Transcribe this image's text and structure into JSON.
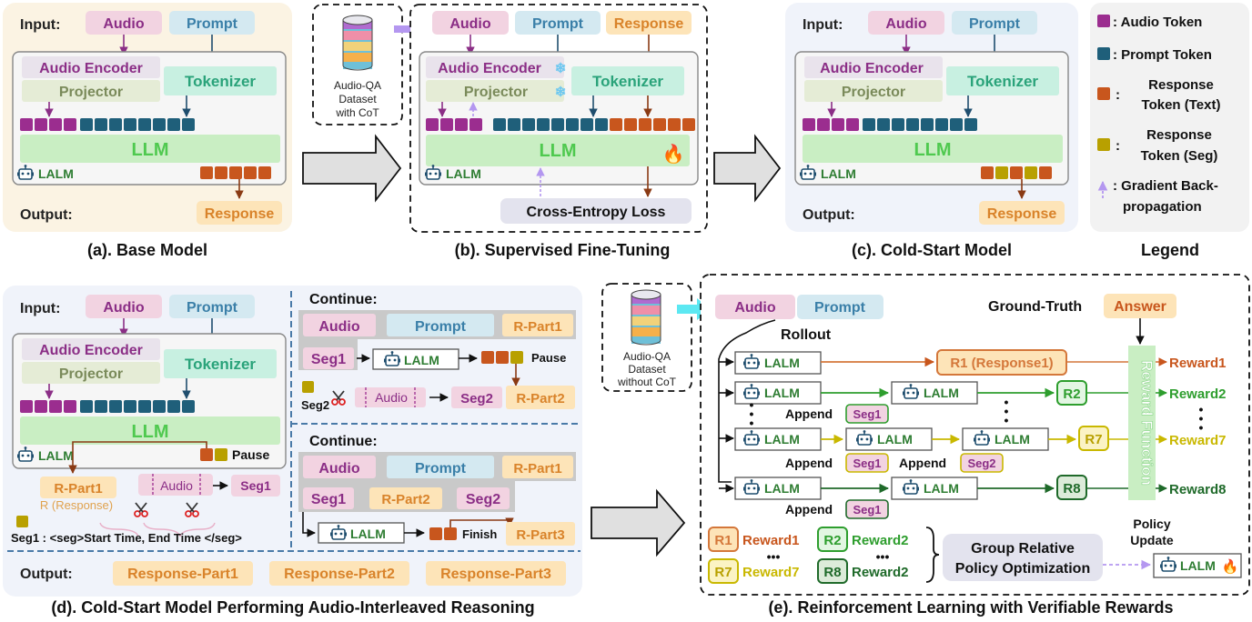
{
  "colors": {
    "audio_token": "#9b2d8f",
    "prompt_token": "#1f5f7a",
    "response_text_token": "#c8561d",
    "response_seg_token": "#b8a000",
    "gradient": "#b497f0",
    "audio_box": "#f2d3e1",
    "prompt_box": "#d4e9f1",
    "response_box": "#fde4b8",
    "llm_bar": "#c9eec3",
    "tokenizer_box": "#c8f0e1",
    "projector_box": "#e5ecd6",
    "encoder_box": "#e9e3ec",
    "panel_a_bg": "#fbf3e3",
    "panel_b_bg": "#f0f3fa",
    "cyan_arrow": "#5ce8f2"
  },
  "icons": {
    "robot": "robot-icon",
    "fire": "fire-icon",
    "snowflake": "snowflake-icon",
    "database": "database-icon",
    "scissors": "scissors-icon"
  },
  "common": {
    "input": "Input:",
    "output": "Output:",
    "audio": "Audio",
    "prompt": "Prompt",
    "response": "Response",
    "audio_encoder": "Audio Encoder",
    "projector": "Projector",
    "tokenizer": "Tokenizer",
    "llm": "LLM",
    "lalm": "LALM"
  },
  "panel_a": {
    "caption": "(a). Base Model"
  },
  "panel_b": {
    "caption": "(b). Supervised Fine-Tuning",
    "dataset": [
      "Audio-QA",
      "Dataset",
      "with CoT"
    ],
    "loss": "Cross-Entropy Loss"
  },
  "panel_c": {
    "caption": "(c). Cold-Start Model"
  },
  "legend": {
    "title": "Legend",
    "items": [
      {
        "lines": [
          ": Audio Token"
        ]
      },
      {
        "lines": [
          ": Prompt Token"
        ]
      },
      {
        "lines": [
          "Response",
          "Token (Text)"
        ]
      },
      {
        "lines": [
          "Response",
          "Token (Seg)"
        ]
      },
      {
        "lines": [
          ": Gradient Back-",
          "propagation"
        ]
      }
    ]
  },
  "panel_d": {
    "caption": "(d). Cold-Start Model Performing Audio-Interleaved Reasoning",
    "pause": "Pause",
    "r_part1": "R-Part1",
    "r_response": "R (Response)",
    "audio_dashed": "Audio",
    "seg1": "Seg1",
    "seg1_def": "Seg1 : <seg>Start Time, End Time </seg>",
    "continue1": {
      "title": "Continue:",
      "audio": "Audio",
      "prompt": "Prompt",
      "r_part1": "R-Part1",
      "seg1": "Seg1",
      "lalm": "LALM",
      "pause": "Pause",
      "seg2_label": "Seg2",
      "audio_dashed": "Audio",
      "seg2": "Seg2",
      "r_part2": "R-Part2"
    },
    "continue2": {
      "title": "Continue:",
      "audio": "Audio",
      "prompt": "Prompt",
      "r_part1": "R-Part1",
      "seg1": "Seg1",
      "r_part2": "R-Part2",
      "seg2": "Seg2",
      "lalm": "LALM",
      "finish": "Finish",
      "r_part3": "R-Part3"
    },
    "outputs": [
      "Response-Part1",
      "Response-Part2",
      "Response-Part3"
    ]
  },
  "panel_e": {
    "caption": "(e). Reinforcement Learning with Verifiable Rewards",
    "dataset": [
      "Audio-QA",
      "Dataset",
      "without CoT"
    ],
    "audio": "Audio",
    "prompt": "Prompt",
    "rollout": "Rollout",
    "ground_truth": "Ground-Truth",
    "answer": "Answer",
    "lalm": "LALM",
    "r1": "R1 (Response1)",
    "r2": "R2",
    "r7": "R7",
    "r8": "R8",
    "rewards": [
      "Reward1",
      "Reward2",
      "Reward7",
      "Reward8"
    ],
    "append": "Append",
    "seg1": "Seg1",
    "seg2": "Seg2",
    "reward_function": "Reward Function",
    "summary": {
      "r1": "R1",
      "reward1": "Reward1",
      "r2": "R2",
      "reward2": "Reward2",
      "r7": "R7",
      "reward7": "Reward7",
      "r8": "R8",
      "reward2b": "Reward2",
      "dots": "•••"
    },
    "grpo": [
      "Group Relative",
      "Policy Optimization"
    ],
    "policy_update": [
      "Policy",
      "Update"
    ]
  }
}
